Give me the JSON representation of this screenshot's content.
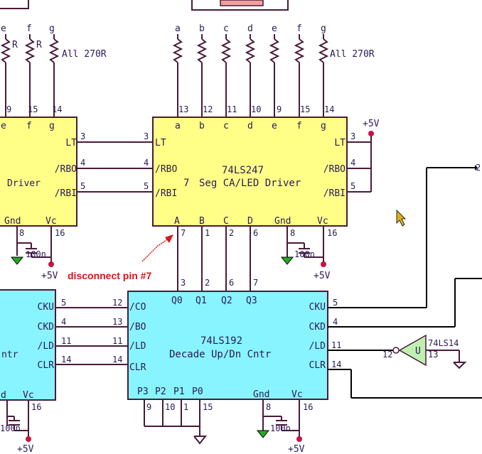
{
  "colors": {
    "wire": "#4a1a3a",
    "wire_black": "#000000",
    "yellow_chip": "#ffff88",
    "cyan_chip": "#88f4ff",
    "label": "#2a1a55",
    "ground": "#22aa22",
    "pwr_dot": "#cc1144",
    "annotation": "#d01818",
    "inverter_fill": "#bff0b0"
  },
  "resistor_note_left": "All 270R",
  "resistor_note_right": "All 270R",
  "resistor_R_label": "R",
  "left_seg_top_labels": [
    "e",
    "f",
    "g"
  ],
  "left_seg_pin_numbers": [
    "9",
    "15",
    "14"
  ],
  "right_seg_top_labels": [
    "a",
    "b",
    "c",
    "d",
    "e",
    "f",
    "g"
  ],
  "right_seg_pin_numbers": [
    "13",
    "12",
    "11",
    "10",
    "9",
    "15",
    "14"
  ],
  "driver_left": {
    "inner_top_labels": [
      "e",
      "f",
      "g"
    ],
    "right_pins": [
      {
        "label": "LT",
        "num": "3"
      },
      {
        "label": "/RBO",
        "num": "4"
      },
      {
        "label": "/RBI",
        "num": "5"
      }
    ],
    "text": "Driver",
    "bottom_labels": [
      "Gnd",
      "Vc"
    ],
    "bottom_pins": [
      "8",
      "16"
    ],
    "cap": "100n",
    "vcc": "+5V"
  },
  "driver_right": {
    "inner_top_labels": [
      "a",
      "b",
      "c",
      "d",
      "e",
      "f",
      "g"
    ],
    "left_pins": [
      {
        "label": "LT",
        "num": "3"
      },
      {
        "label": "/RBO",
        "num": "4"
      },
      {
        "label": "/RBI",
        "num": "5"
      }
    ],
    "right_pins": [
      {
        "label": "LT",
        "num": "3"
      },
      {
        "label": "/RBO",
        "num": "4"
      },
      {
        "label": "/RBI",
        "num": "5"
      }
    ],
    "part": "74LS247",
    "desc_prefix": "7",
    "desc": "Seg CA/LED Driver",
    "bottom_labels": [
      "A",
      "B",
      "C",
      "D",
      "Gnd",
      "Vc"
    ],
    "bottom_pins": [
      "7",
      "1",
      "2",
      "6",
      "8",
      "16"
    ],
    "cap": "100n",
    "vcc": "+5V",
    "top_vcc": "+5V"
  },
  "annotation": "disconnect pin #7",
  "bridge_pins": [
    "3",
    "2",
    "6",
    "7"
  ],
  "counter_left": {
    "labels": [
      "CKU",
      "CKD",
      "/LD",
      "CLR"
    ],
    "pins": [
      "5",
      "4",
      "11",
      "14"
    ],
    "text": "ntr",
    "bottom_labels": [
      "d",
      "Vc"
    ],
    "bottom_pins": [
      "16"
    ],
    "cap": "100n",
    "vcc": "+5V"
  },
  "counter_right": {
    "top_labels": [
      "Q0",
      "Q1",
      "Q2",
      "Q3"
    ],
    "left_labels": [
      "/CO",
      "/BO",
      "/LD",
      "CLR"
    ],
    "left_pins": [
      "12",
      "13",
      "11",
      "14"
    ],
    "right_labels": [
      "CKU",
      "CKD",
      "/LD",
      "CLR"
    ],
    "right_pins": [
      "5",
      "4",
      "11",
      "14"
    ],
    "part": "74LS192",
    "desc": "Decade Up/Dn Cntr",
    "bottom_left_labels": [
      "P3",
      "P2",
      "P1",
      "P0"
    ],
    "bottom_left_pins": [
      "9",
      "10",
      "1",
      "15"
    ],
    "bottom_right_labels": [
      "Gnd",
      "Vc"
    ],
    "bottom_right_pins": [
      "8",
      "16"
    ],
    "cap": "100n",
    "vcc": "+5V"
  },
  "inverter": {
    "label": "U",
    "part": "74LS14",
    "pin_in": "12",
    "pin_out": "13"
  },
  "edge_label": "2"
}
